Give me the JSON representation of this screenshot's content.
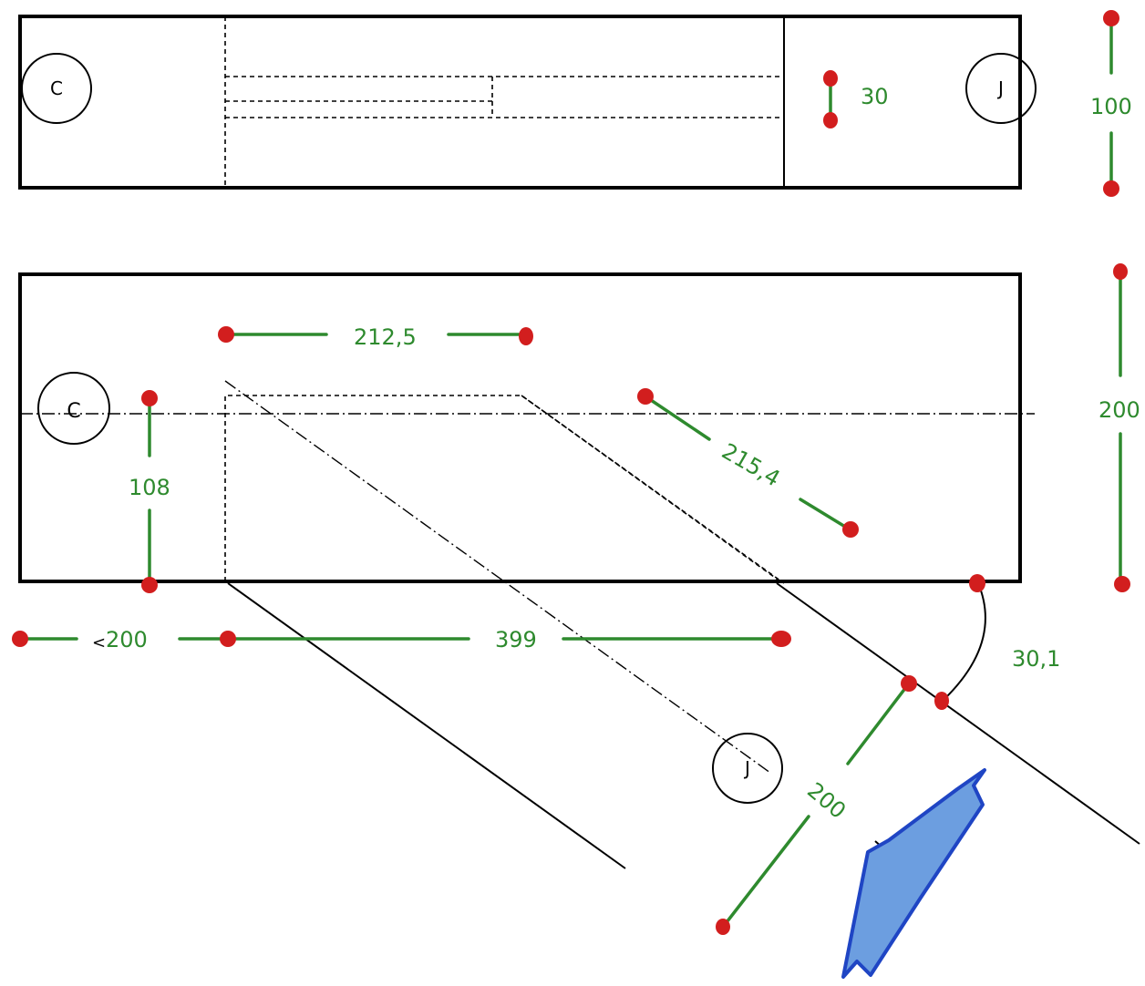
{
  "colors": {
    "dimension": "#2e8a2e",
    "endpoint": "#d21e1e",
    "tool_fill": "#6c9ee0",
    "tool_stroke": "#1f45c4"
  },
  "top_view": {
    "label_c": "C",
    "label_j": "J",
    "dim_30": "30",
    "dim_100": "100"
  },
  "bottom_view": {
    "label_c": "C",
    "label_j": "J",
    "dim_212_5": "212,5",
    "dim_215_4": "215,4",
    "dim_108": "108",
    "dim_200_right": "200",
    "dim_200_left": "200",
    "dim_200_left_mark": "<",
    "dim_399": "399",
    "dim_30_1": "30,1",
    "dim_200_diag": "200"
  }
}
